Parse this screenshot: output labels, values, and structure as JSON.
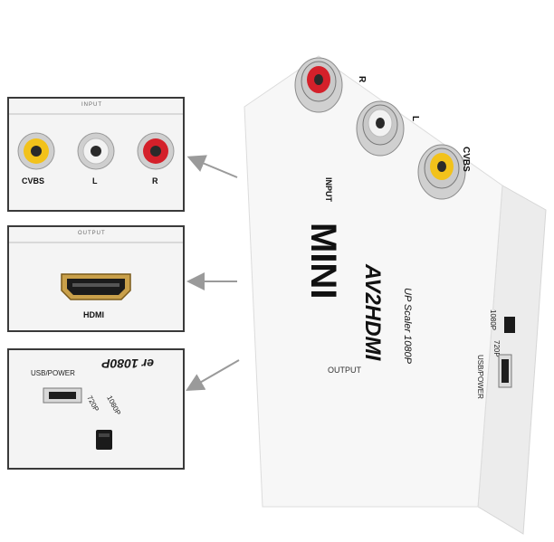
{
  "panels": {
    "input": {
      "header": "INPUT",
      "labels": [
        "CVBS",
        "L",
        "R"
      ]
    },
    "output": {
      "header": "OUTPUT",
      "label": "HDMI"
    },
    "switch": {
      "power": "USB/POWER",
      "mode_720": "720P",
      "mode_1080": "1080P",
      "brand_fragment": "er 1080P"
    }
  },
  "device": {
    "logo": "MINI",
    "model": "AV2HDMI",
    "subtitle": "UP Scaler 1080P",
    "input_label": "INPUT",
    "output_label": "OUTPUT",
    "jack_labels": [
      "R",
      "L",
      "CVBS"
    ],
    "side_power": "USB/POWER",
    "side_720": "720P",
    "side_1080": "1080P"
  },
  "colors": {
    "red_jack": "#d4202a",
    "white_jack": "#f2f2f2",
    "yellow_jack": "#f2c21b",
    "body": "#f7f7f7",
    "arrow": "#9a9a9a"
  }
}
